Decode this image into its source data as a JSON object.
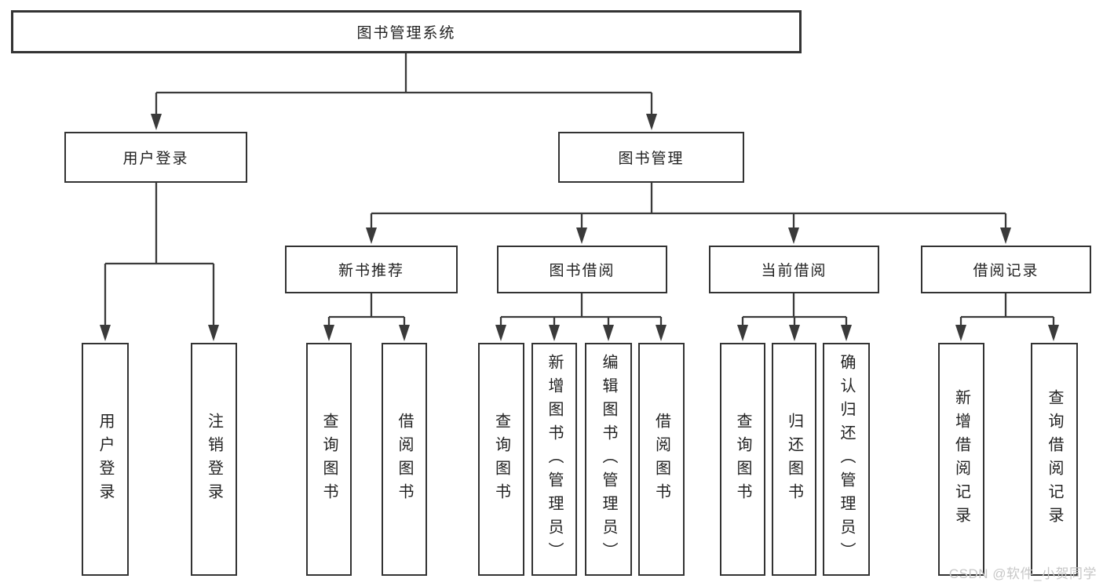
{
  "diagram": {
    "root": {
      "label": "图书管理系统"
    },
    "level2": [
      {
        "label": "用户登录",
        "children": [
          "用户登录",
          "注销登录"
        ]
      },
      {
        "label": "图书管理",
        "children": [
          "新书推荐",
          "图书借阅",
          "当前借阅",
          "借阅记录"
        ]
      }
    ],
    "level3": [
      {
        "label": "新书推荐",
        "parent": "图书管理",
        "children": [
          "查询图书",
          "借阅图书"
        ]
      },
      {
        "label": "图书借阅",
        "parent": "图书管理",
        "children": [
          "查询图书",
          "新增图书（管理员）",
          "编辑图书（管理员）",
          "借阅图书"
        ]
      },
      {
        "label": "当前借阅",
        "parent": "图书管理",
        "children": [
          "查询图书",
          "归还图书",
          "确认归还（管理员）"
        ]
      },
      {
        "label": "借阅记录",
        "parent": "图书管理",
        "children": [
          "新增借阅记录",
          "查询借阅记录"
        ]
      }
    ]
  },
  "watermark": {
    "text": "CSDN @软件_小贺同学"
  },
  "colors": {
    "line": "#3a3a3a",
    "border": "#333333",
    "text": "#222222",
    "watermark": "#c7c7c7",
    "background": "#ffffff"
  }
}
